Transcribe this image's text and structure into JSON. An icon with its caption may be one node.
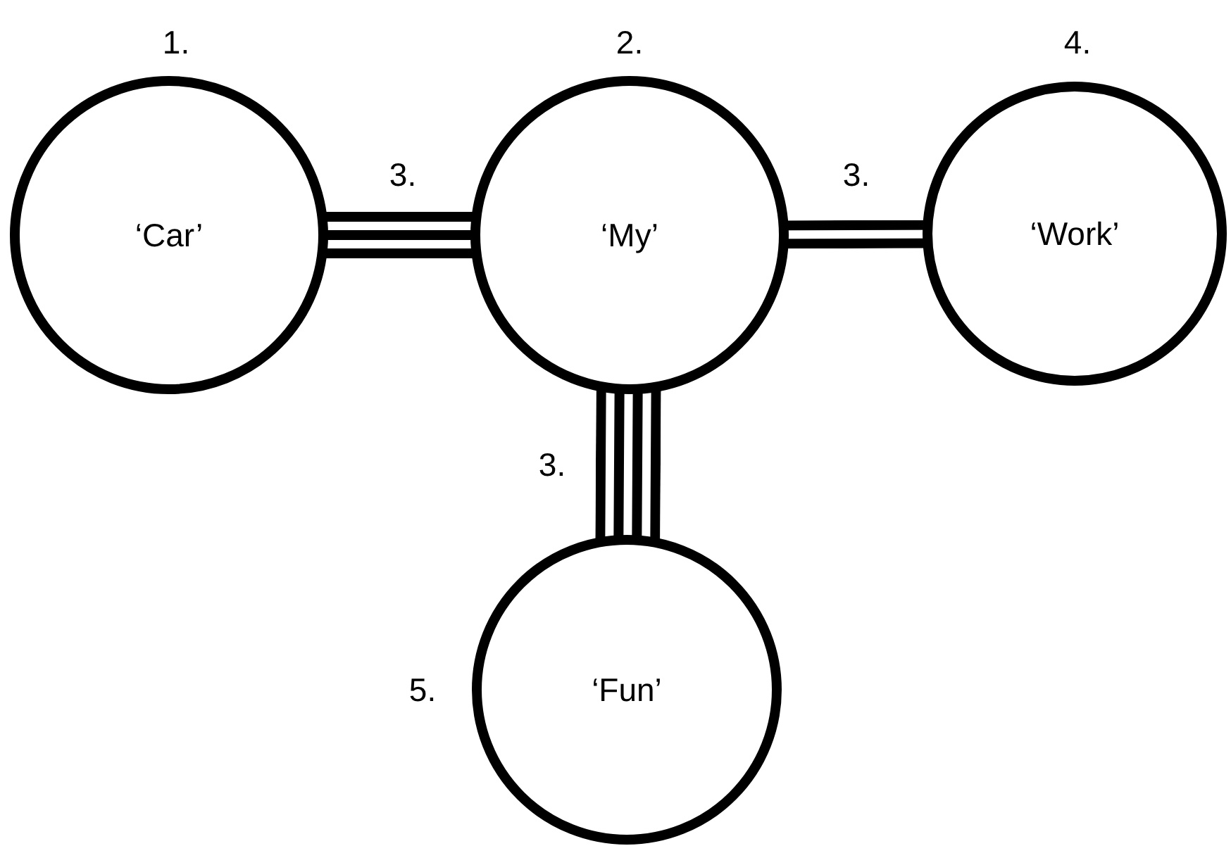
{
  "diagram": {
    "nodes": [
      {
        "text": [
          "‘Car’"
        ],
        "beside": [
          "1."
        ]
      },
      {
        "text": [
          "‘My’"
        ],
        "beside": [
          "2."
        ]
      },
      {
        "text": [
          "‘Work’"
        ],
        "beside": [
          "4."
        ]
      },
      {
        "text": [
          "‘Fun’"
        ],
        "beside": [
          "5."
        ]
      }
    ],
    "edges": [
      {
        "from": 0,
        "to": 1,
        "arrow": "none",
        "label": "3."
      },
      {
        "from": 1,
        "to": 2,
        "arrow": "none",
        "label": "3."
      },
      {
        "from": 1,
        "to": 3,
        "arrow": "none",
        "label": "3."
      }
    ]
  }
}
